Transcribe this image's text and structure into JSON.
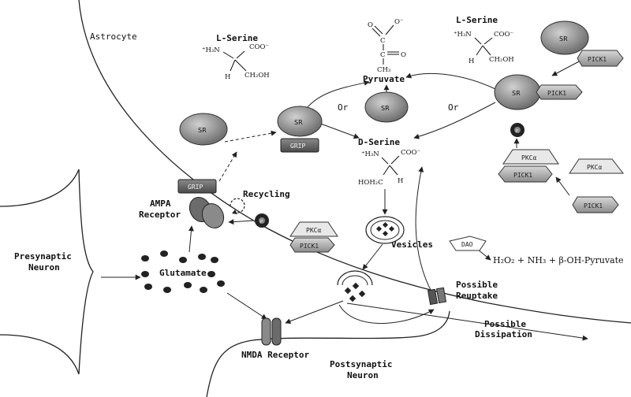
{
  "labels": {
    "astrocyte": "Astrocyte",
    "presynaptic_1": "Presynaptic",
    "presynaptic_2": "Neuron",
    "postsynaptic_1": "Postsynaptic",
    "postsynaptic_2": "Neuron",
    "ampa_1": "AMPA",
    "ampa_2": "Receptor",
    "nmda": "NMDA Receptor",
    "glutamate": "Glutamate",
    "recycling": "Recycling",
    "vesicles": "Vesicles",
    "pyruvate": "Pyruvate",
    "d_serine": "D-Serine",
    "l_serine_left": "L-Serine",
    "l_serine_right": "L-Serine",
    "or_left": "Or",
    "or_right": "Or",
    "reuptake_1": "Possible",
    "reuptake_2": "Reuptake",
    "dissipation_1": "Possible",
    "dissipation_2": "Dissipation",
    "dao_products": "H₂O₂ + NH₃ + β-OH-Pyruvate"
  },
  "molecule_labels": {
    "sr": "SR",
    "grip": "GRIP",
    "pick1": "PICK1",
    "pkc": "PKCα",
    "phospho": "P",
    "dao": "DAO"
  },
  "chemistry": {
    "h3n": "⁺H₃N",
    "coo": "COO⁻",
    "h": "H",
    "ch2oh": "CH₂OH",
    "hoh2c": "HOH₂C",
    "pyruvate_o_minus": "O⁻",
    "pyruvate_o": "O",
    "pyruvate_c": "C",
    "pyruvate_ch3": "CH₃"
  },
  "colors": {
    "ink": "#222222",
    "sr_fill": "#9a9a9a",
    "grip_fill": "#6a6a6a",
    "pick1_fill": "#b5b5b5",
    "pkc_fill": "#e6e6e6",
    "dot_fill": "#222222"
  }
}
